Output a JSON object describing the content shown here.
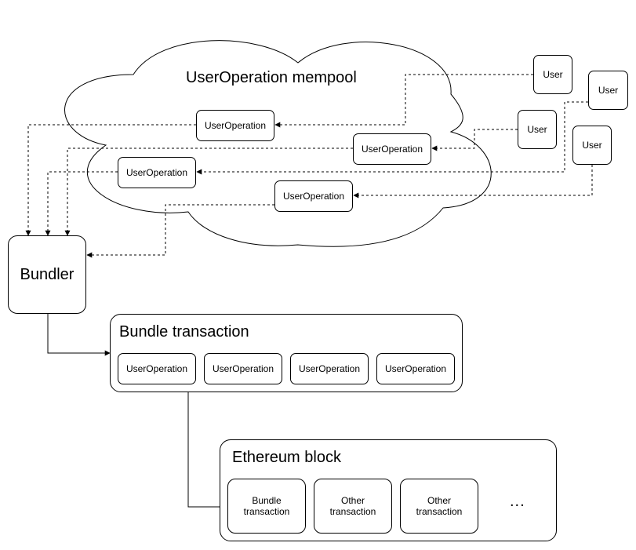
{
  "mempool": {
    "title": "UserOperation mempool",
    "user_operations": [
      "UserOperation",
      "UserOperation",
      "UserOperation",
      "UserOperation"
    ]
  },
  "users": [
    "User",
    "User",
    "User",
    "User"
  ],
  "bundler": {
    "label": "Bundler"
  },
  "bundle_transaction": {
    "title": "Bundle transaction",
    "items": [
      "UserOperation",
      "UserOperation",
      "UserOperation",
      "UserOperation"
    ]
  },
  "ethereum_block": {
    "title": "Ethereum block",
    "items": [
      "Bundle transaction",
      "Other transaction",
      "Other transaction"
    ],
    "ellipsis": "..."
  }
}
